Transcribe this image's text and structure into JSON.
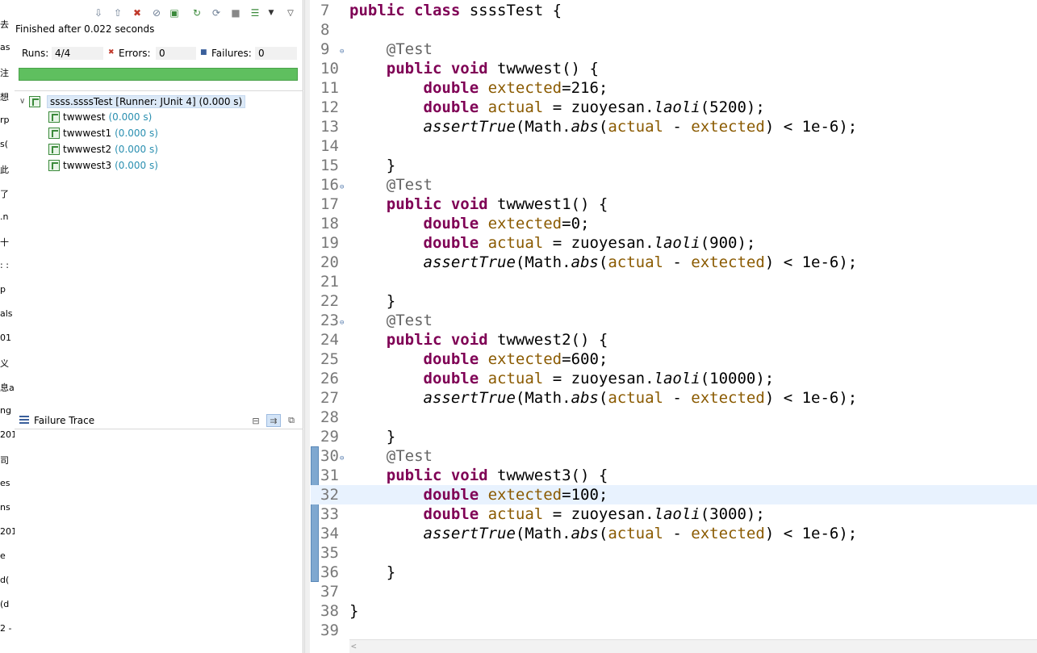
{
  "left_strip": [
    "去",
    "as",
    "注",
    "想",
    "rp",
    "s(",
    "此",
    "了",
    ".n",
    "十",
    ": :",
    "p",
    "als",
    "01",
    "义",
    "息a",
    "ng",
    "201",
    "司",
    "es",
    "ns",
    "201",
    "e",
    "d(",
    "(d",
    "2 -"
  ],
  "junit": {
    "status": "Finished after 0.022 seconds",
    "runs_label": "Runs:",
    "runs_value": "4/4",
    "errors_label": "Errors:",
    "errors_value": "0",
    "failures_label": "Failures:",
    "failures_value": "0",
    "progress_color": "#5fbf5f",
    "root_label": "ssss.ssssTest [Runner: JUnit 4] (0.000 s)",
    "tests": [
      {
        "name": "twwwest",
        "time": "(0.000 s)"
      },
      {
        "name": "twwwest1",
        "time": "(0.000 s)"
      },
      {
        "name": "twwwest2",
        "time": "(0.000 s)"
      },
      {
        "name": "twwwest3",
        "time": "(0.000 s)"
      }
    ],
    "failure_trace_title": "Failure Trace"
  },
  "editor": {
    "lines": [
      {
        "n": "7",
        "html": "<span class='kw'>public class</span> ssssTest {"
      },
      {
        "n": "8",
        "html": ""
      },
      {
        "n": "9",
        "fold": true,
        "html": "    <span class='ann'>@Test</span>"
      },
      {
        "n": "10",
        "html": "    <span class='kw'>public void</span> twwwest() {"
      },
      {
        "n": "11",
        "html": "        <span class='kw'>double</span> <span class='fld'>extected</span>=216;"
      },
      {
        "n": "12",
        "html": "        <span class='kw'>double</span> <span class='fld'>actual</span> = zuoyesan.<span class='it'>laoli</span>(5200);"
      },
      {
        "n": "13",
        "html": "        <span class='it'>assertTrue</span>(Math.<span class='it'>abs</span>(<span class='fld'>actual</span> - <span class='fld'>extected</span>) &lt; 1e-6);"
      },
      {
        "n": "14",
        "html": ""
      },
      {
        "n": "15",
        "html": "    }"
      },
      {
        "n": "16",
        "fold": true,
        "html": "    <span class='ann'>@Test</span>"
      },
      {
        "n": "17",
        "html": "    <span class='kw'>public void</span> twwwest1() {"
      },
      {
        "n": "18",
        "html": "        <span class='kw'>double</span> <span class='fld'>extected</span>=0;"
      },
      {
        "n": "19",
        "html": "        <span class='kw'>double</span> <span class='fld'>actual</span> = zuoyesan.<span class='it'>laoli</span>(900);"
      },
      {
        "n": "20",
        "html": "        <span class='it'>assertTrue</span>(Math.<span class='it'>abs</span>(<span class='fld'>actual</span> - <span class='fld'>extected</span>) &lt; 1e-6);"
      },
      {
        "n": "21",
        "html": ""
      },
      {
        "n": "22",
        "html": "    }"
      },
      {
        "n": "23",
        "fold": true,
        "html": "    <span class='ann'>@Test</span>"
      },
      {
        "n": "24",
        "html": "    <span class='kw'>public void</span> twwwest2() {"
      },
      {
        "n": "25",
        "html": "        <span class='kw'>double</span> <span class='fld'>extected</span>=600;"
      },
      {
        "n": "26",
        "html": "        <span class='kw'>double</span> <span class='fld'>actual</span> = zuoyesan.<span class='it'>laoli</span>(10000);"
      },
      {
        "n": "27",
        "html": "        <span class='it'>assertTrue</span>(Math.<span class='it'>abs</span>(<span class='fld'>actual</span> - <span class='fld'>extected</span>) &lt; 1e-6);"
      },
      {
        "n": "28",
        "html": ""
      },
      {
        "n": "29",
        "html": "    }"
      },
      {
        "n": "30",
        "fold": true,
        "html": "    <span class='ann'>@Test</span>"
      },
      {
        "n": "31",
        "html": "    <span class='kw'>public void</span> twwwest3() {"
      },
      {
        "n": "32",
        "current": true,
        "html": "        <span class='kw'>double</span> <span class='fld'>extected</span>=100;"
      },
      {
        "n": "33",
        "html": "        <span class='kw'>double</span> <span class='fld'>actual</span> = zuoyesan.<span class='it'>laoli</span>(3000);"
      },
      {
        "n": "34",
        "html": "        <span class='it'>assertTrue</span>(Math.<span class='it'>abs</span>(<span class='fld'>actual</span> - <span class='fld'>extected</span>) &lt; 1e-6);"
      },
      {
        "n": "35",
        "html": ""
      },
      {
        "n": "36",
        "html": "    }"
      },
      {
        "n": "37",
        "html": ""
      },
      {
        "n": "38",
        "html": "}"
      },
      {
        "n": "39",
        "html": ""
      }
    ]
  },
  "icons": {
    "toolbar": [
      "next-failure-icon",
      "previous-failure-icon",
      "show-failures-only-icon",
      "scroll-lock-icon",
      "show-skipped-icon",
      "rerun-icon",
      "rerun-failed-first-icon",
      "stop-icon",
      "test-run-history-icon",
      "view-menu-icon"
    ],
    "trace": [
      "compare-result-icon",
      "filter-stack-icon",
      "copy-trace-icon"
    ]
  }
}
